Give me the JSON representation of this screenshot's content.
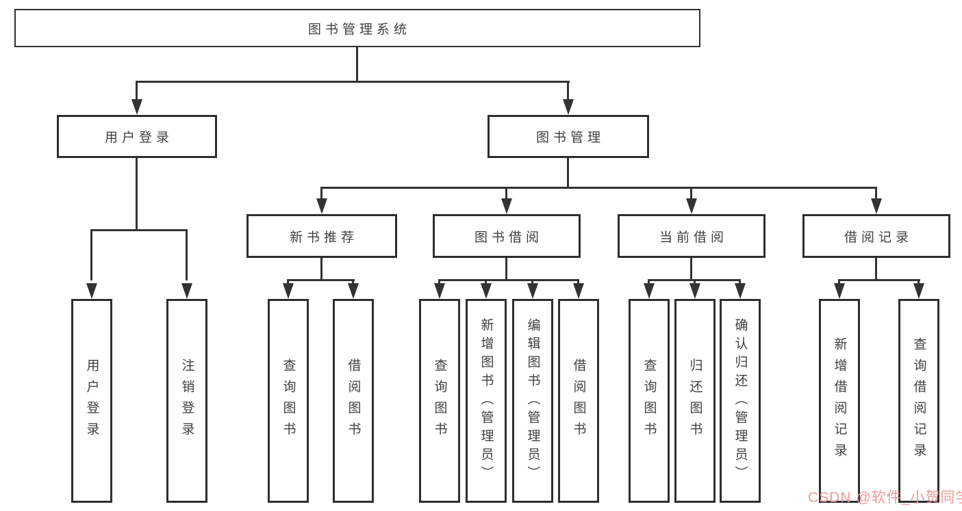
{
  "diagram_title": "图书管理系统",
  "tree": {
    "label": "图书管理系统",
    "children": [
      {
        "label": "用户登录",
        "children": [
          {
            "label": "用户登录"
          },
          {
            "label": "注销登录"
          }
        ]
      },
      {
        "label": "图书管理",
        "children": [
          {
            "label": "新书推荐",
            "children": [
              {
                "label": "查询图书"
              },
              {
                "label": "借阅图书"
              }
            ]
          },
          {
            "label": "图书借阅",
            "children": [
              {
                "label": "查询图书"
              },
              {
                "label": "新增图书（管理员）"
              },
              {
                "label": "编辑图书（管理员）"
              },
              {
                "label": "借阅图书"
              }
            ]
          },
          {
            "label": "当前借阅",
            "children": [
              {
                "label": "查询图书"
              },
              {
                "label": "归还图书"
              },
              {
                "label": "确认归还（管理员）"
              }
            ]
          },
          {
            "label": "借阅记录",
            "children": [
              {
                "label": "新增借阅记录"
              },
              {
                "label": "查询借阅记录"
              }
            ]
          }
        ]
      }
    ]
  },
  "watermark": {
    "text": "CSDN @软件_小贺同学",
    "color": "#ee9494"
  },
  "colors": {
    "background": "#ffffff",
    "box_border": "#2e2e2e",
    "connector_line": "#333333",
    "label_text": "#3f3f3f"
  }
}
